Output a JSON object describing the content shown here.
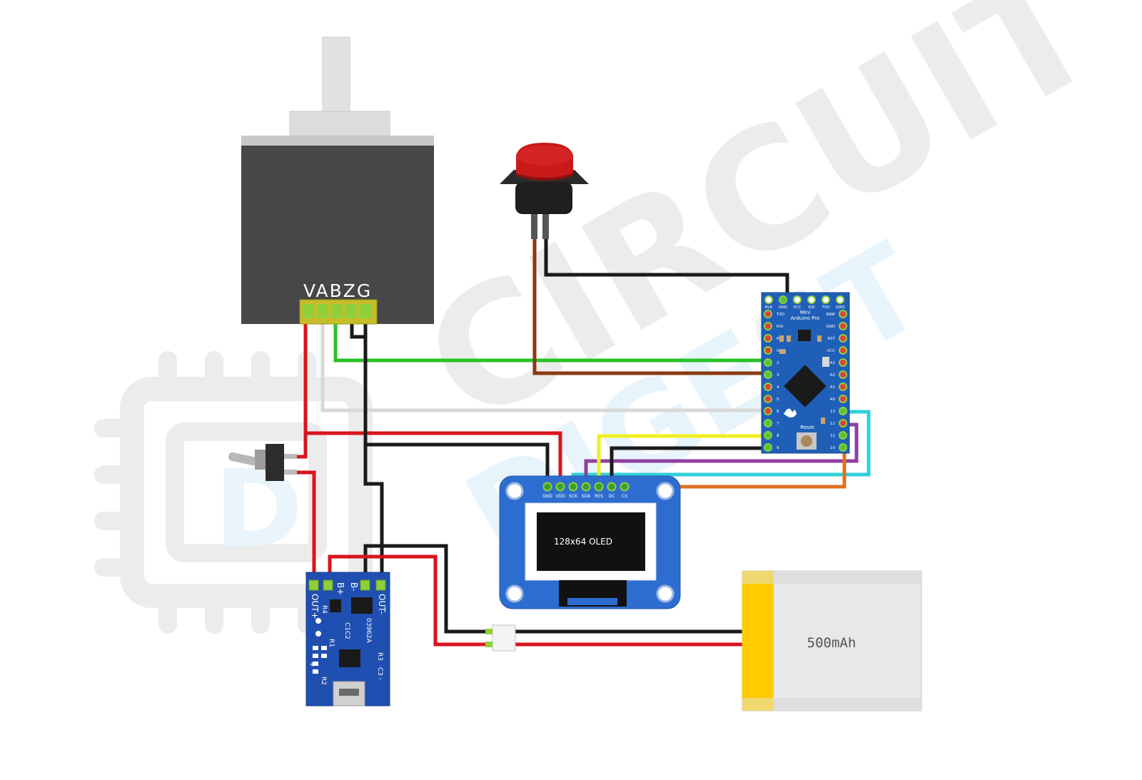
{
  "watermark": {
    "line1": "CIRCUIT",
    "line2": "DIGEST",
    "logo_letters": "D"
  },
  "encoder": {
    "pin_labels": "VABZG"
  },
  "arduino": {
    "title_lines": [
      "Mini",
      "Arduino Pro"
    ],
    "top_pins": [
      "BLK",
      "GND",
      "VCC",
      "RXI",
      "TXO",
      "GRN"
    ],
    "left_pins": [
      "TXO",
      "RXI",
      "RST",
      "GND",
      "2",
      "3",
      "4",
      "5",
      "6",
      "7",
      "8",
      "9"
    ],
    "right_pins": [
      "RAW",
      "GND",
      "RST",
      "VCC",
      "A3",
      "A2",
      "A1",
      "A0",
      "13",
      "12",
      "11",
      "10"
    ],
    "reset_label": "Reset"
  },
  "oled": {
    "pins": [
      "GND",
      "VDD",
      "SCK",
      "SDA",
      "RES",
      "DC",
      "CS"
    ],
    "screen_text": "128x64 OLED"
  },
  "charger": {
    "top_labels": [
      "OUT+",
      "B+",
      "B-",
      "OUT-"
    ],
    "components": [
      "R4",
      "C1C2",
      "03962A",
      "R1",
      "R2",
      "C3",
      "R3"
    ],
    "plus": "+",
    "minus": "-"
  },
  "battery": {
    "label": "500mAh"
  },
  "colors": {
    "red_wire": "#d8141c",
    "black_wire": "#1a1a1a",
    "green_wire": "#26c226",
    "white_wire": "#e4e4e4",
    "brown_wire": "#8a3a10",
    "yellow_wire": "#f0f020",
    "purple_wire": "#9040a0",
    "cyan_wire": "#30d0d8",
    "orange_wire": "#e07020",
    "board_blue": "#1f5fb8",
    "oled_blue": "#2e6dd0",
    "encoder_body": "#474747",
    "battery_yellow": "#ffcc00",
    "button_red": "#c81a1a"
  }
}
